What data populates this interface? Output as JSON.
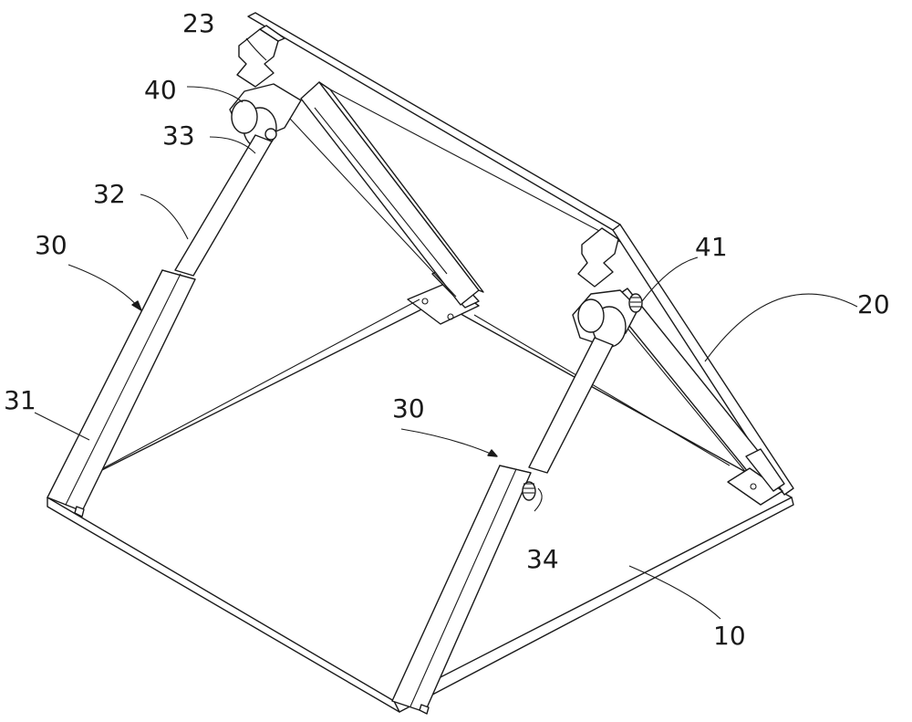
{
  "labels": {
    "plate_hinge_block": "23",
    "hinge_seat": "40",
    "hinge_pin": "33",
    "piston_rod": "32",
    "strut_left": "30",
    "cylinder": "31",
    "strut_right": "30",
    "locking_knob": "34",
    "hinge_knob": "41",
    "tilt_plate": "20",
    "base_plate": "10"
  }
}
